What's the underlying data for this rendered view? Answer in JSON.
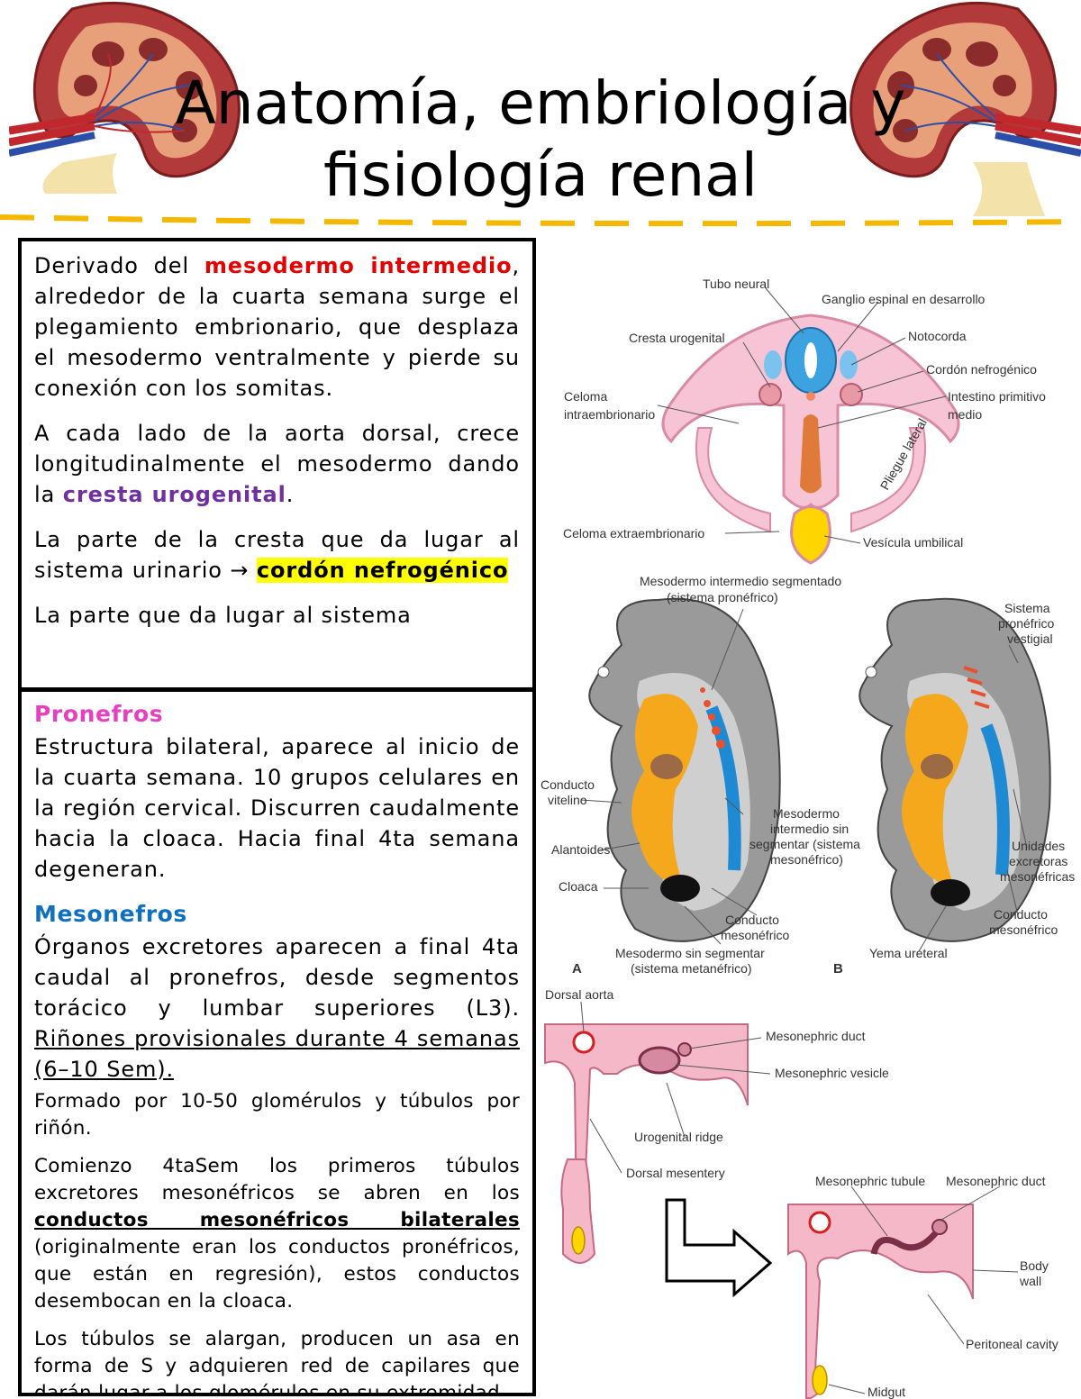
{
  "title": {
    "line1": "Anatomía, embriología y",
    "line2": "fisiología renal"
  },
  "box1": {
    "p1": {
      "pre": "Derivado del ",
      "em1": "mesodermo intermedio",
      "post": ", alrededor de la cuarta semana surge el plegamiento embrionario, que desplaza el mesodermo ventralmente y pierde su conexión con los somitas."
    },
    "p2": {
      "pre": "A cada lado de la aorta dorsal, crece longitudinalmente el mesodermo dando la ",
      "em": "cresta urogenital",
      "post": "."
    },
    "p3": {
      "pre": "La parte de la cresta que da lugar al sistema urinario → ",
      "hl": "cordón nefrogénico"
    },
    "p4": "La parte que da lugar al sistema"
  },
  "box2": {
    "pronefros": {
      "heading": "Pronefros",
      "text": "Estructura bilateral, aparece al inicio de la cuarta semana. 10 grupos celulares en la región cervical. Discurren caudalmente hacia la cloaca. Hacia final 4ta semana degeneran."
    },
    "mesonefros": {
      "heading": "Mesonefros",
      "text": "Órganos excretores aparecen a final 4ta caudal al pronefros, desde segmentos torácico y lumbar superiores (L3). ",
      "underlined": "Riñones provisionales durante 4 semanas (6–10 Sem).",
      "p2": "Formado por 10-50 glomérulos y túbulos por riñón.",
      "p3_pre": "Comienzo 4taSem los primeros túbulos excretores mesonéfricos se abren en los ",
      "p3_bold": "conductos mesonéfricos bilaterales",
      "p3_post": " (originalmente eran los conductos pronéfricos, que están en regresión), estos conductos desembocan en la cloaca.",
      "p4": "Los túbulos se alargan, producen un asa en forma de S y adquieren red de capilares que",
      "p5": "darán lugar a los glomérulos en su extremidad"
    }
  },
  "figure1": {
    "labels": {
      "tubo_neural": "Tubo neural",
      "ganglio": "Ganglio espinal en desarrollo",
      "cresta": "Cresta urogenital",
      "notocorda": "Notocorda",
      "celoma_intra1": "Celoma",
      "celoma_intra2": "intraembrionario",
      "cordon": "Cordón nefrogénico",
      "intestino1": "Intestino primitivo",
      "intestino2": "medio",
      "pliegue": "Pliegue lateral",
      "celoma_extra": "Celoma extraembrionario",
      "vesicula": "Vesícula umbilical"
    }
  },
  "figure2": {
    "labels": {
      "meso_seg1": "Mesodermo intermedio segmentado",
      "meso_seg2": "(sistema pronéfrico)",
      "sist1": "Sistema",
      "sist2": "pronéfrico",
      "sist3": "vestigial",
      "cond_vit1": "Conducto",
      "cond_vit2": "vitelino",
      "meso_sin1": "Mesodermo",
      "meso_sin2": "intermedio sin",
      "meso_sin3": "segmentar (sistema",
      "meso_sin4": "mesonéfrico)",
      "alantoides": "Alantoides",
      "unidades1": "Unidades",
      "unidades2": "excretoras",
      "unidades3": "mesonéfricas",
      "cloaca": "Cloaca",
      "cond_meso1": "Conducto",
      "cond_meso2": "mesonéfrico",
      "cond_meso_b1": "Conducto",
      "cond_meso_b2": "mesonéfrico",
      "meta1": "Mesodermo sin segmentar",
      "meta2": "(sistema metanéfrico)",
      "yema": "Yema ureteral",
      "a": "A",
      "b": "B"
    }
  },
  "figure3": {
    "labels": {
      "dorsal_aorta": "Dorsal aorta",
      "meso_duct": "Mesonephric duct",
      "meso_vesicle": "Mesonephric vesicle",
      "urogenital": "Urogenital ridge",
      "dorsal_mes": "Dorsal mesentery",
      "meso_tubule": "Mesonephric tubule",
      "meso_duct2": "Mesonephric duct",
      "body1": "Body",
      "body2": "wall",
      "peritoneal": "Peritoneal cavity",
      "midgut": "Midgut"
    }
  },
  "colors": {
    "accent_red": "#e60000",
    "purple": "#7030a0",
    "highlight": "#ffff00",
    "pink_heading": "#e83fc0",
    "blue_heading": "#1070c0",
    "dash": "#f5b800"
  }
}
